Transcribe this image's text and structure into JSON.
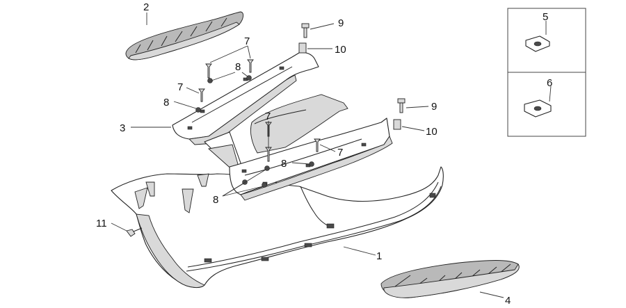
{
  "callouts": {
    "c1": "1",
    "c2": "2",
    "c3": "3",
    "c4": "4",
    "c5": "5",
    "c6": "6",
    "c7a": "7",
    "c7b": "7",
    "c7c": "7",
    "c7d": "7",
    "c8a": "8",
    "c8b": "8",
    "c8c": "8",
    "c8d": "8",
    "c9a": "9",
    "c9b": "9",
    "c10a": "10",
    "c10b": "10",
    "c11": "11"
  }
}
